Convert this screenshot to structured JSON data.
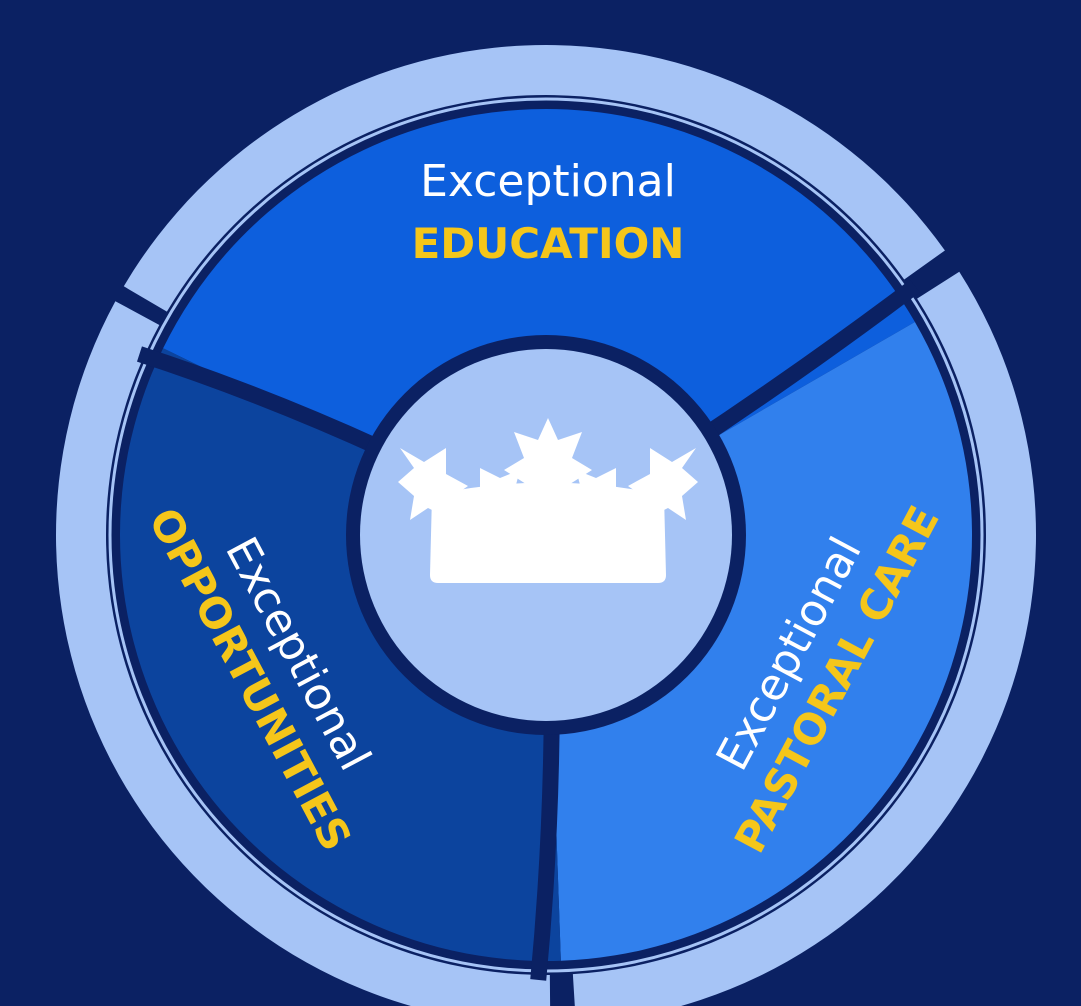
{
  "diagram": {
    "colors": {
      "background": "#0b2163",
      "outer_ring": "#a6c4f6",
      "center_circle": "#a6c4f6",
      "crown": "#ffffff",
      "segment_top": "#0d5fdd",
      "segment_left": "#0c449e",
      "segment_right": "#3180ed",
      "label_primary": "#ffffff",
      "label_highlight": "#f5c61a"
    },
    "center": {
      "icon": "crown-icon"
    },
    "segments": [
      {
        "key": "top",
        "prefix": "Exceptional",
        "highlight": "EDUCATION"
      },
      {
        "key": "left",
        "prefix": "Exceptional",
        "highlight": "OPPORTUNITIES"
      },
      {
        "key": "right",
        "prefix": "Exceptional",
        "highlight": "PASTORAL CARE"
      }
    ]
  }
}
